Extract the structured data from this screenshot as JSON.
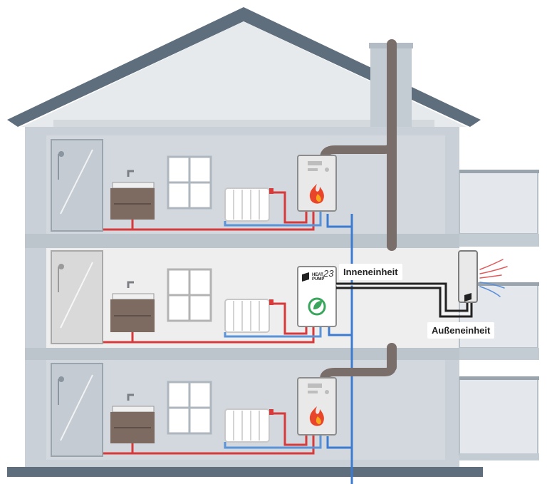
{
  "diagram": {
    "labels": {
      "indoor_unit": "Inneneinheit",
      "outdoor_unit": "Außeneinheit"
    },
    "brand": {
      "name_line1": "HEAT",
      "name_line2": "PUMP",
      "number": "23"
    },
    "floors": [
      "top-floor",
      "middle-floor",
      "bottom-floor"
    ],
    "icons": [
      "flame-icon",
      "leaf-recycle-icon",
      "shower-icon",
      "window-icon",
      "radiator-icon",
      "sink-icon"
    ],
    "colors": {
      "roof": "#5e6e7d",
      "wall_outer": "#c9d0d7",
      "wall_inner": "#dde1e6",
      "middle_floor_bg": "#ececec",
      "hot_pipe": "#d63a3a",
      "cold_pipe": "#5b93d8",
      "flue": "#7a6e6b",
      "refrigerant": "#222222",
      "flame": "#e8452a",
      "leaf": "#3aa55c"
    }
  }
}
